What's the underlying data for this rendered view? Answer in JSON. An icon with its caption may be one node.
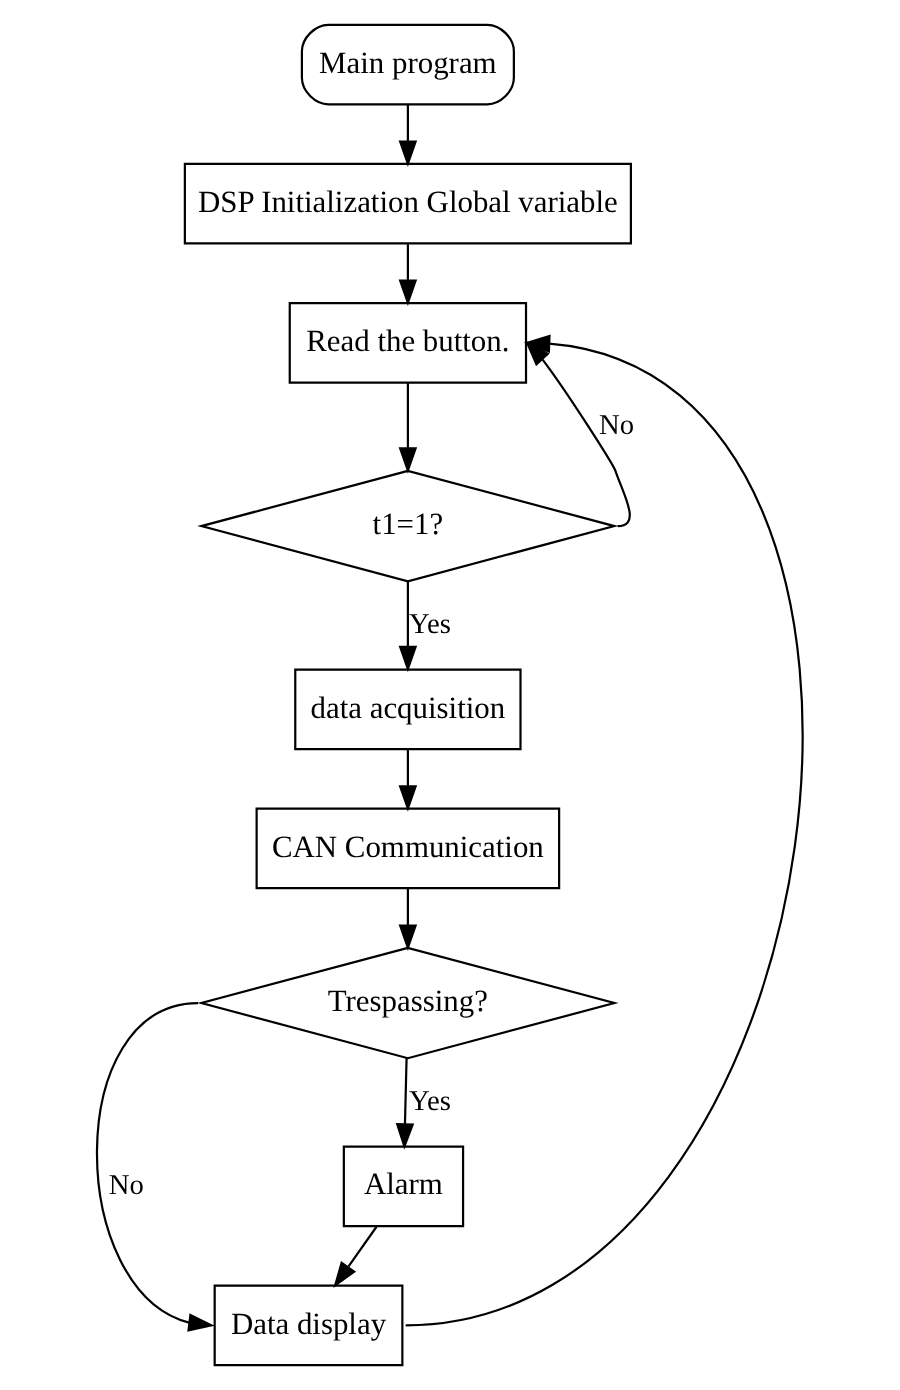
{
  "diagram": {
    "nodes": [
      {
        "text": [
          "Main program"
        ]
      },
      {
        "text": [
          "DSP Initialization Global variable"
        ]
      },
      {
        "text": [
          "Read the button."
        ]
      },
      {
        "text": [
          "t1=1?"
        ]
      },
      {
        "text": [
          "data acquisition"
        ]
      },
      {
        "text": [
          "CAN Communication"
        ]
      },
      {
        "text": [
          "Trespassing?"
        ]
      },
      {
        "text": [
          "Alarm"
        ]
      },
      {
        "text": [
          "Data display"
        ]
      }
    ],
    "edges": [
      {
        "from": 0,
        "to": 1,
        "arrow": "to"
      },
      {
        "from": 1,
        "to": 2,
        "arrow": "to"
      },
      {
        "from": 2,
        "to": 3,
        "arrow": "to"
      },
      {
        "from": 3,
        "to": 4,
        "arrow": "to",
        "label": "Yes"
      },
      {
        "from": 3,
        "to": 2,
        "arrow": "to",
        "label": "No"
      },
      {
        "from": 4,
        "to": 5,
        "arrow": "to"
      },
      {
        "from": 5,
        "to": 6,
        "arrow": "to"
      },
      {
        "from": 6,
        "to": 7,
        "arrow": "to",
        "label": "Yes"
      },
      {
        "from": 6,
        "to": 8,
        "arrow": "to",
        "label": "No"
      },
      {
        "from": 7,
        "to": 8,
        "arrow": "to"
      },
      {
        "from": 8,
        "to": 2,
        "arrow": "to"
      }
    ]
  }
}
